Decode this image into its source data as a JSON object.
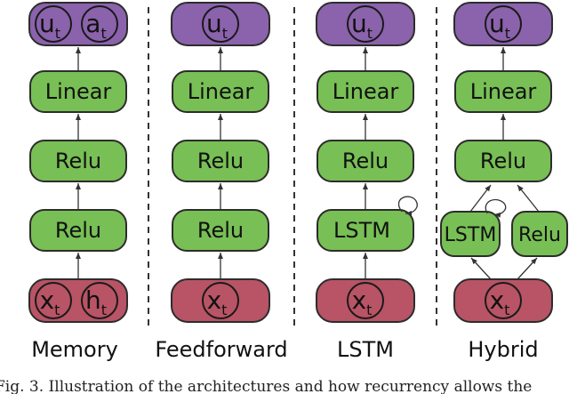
{
  "columns": [
    {
      "label": "Memory",
      "output": [
        {
          "sym": "u",
          "sub": "t"
        },
        {
          "sym": "a",
          "sub": "t"
        }
      ],
      "layers": [
        "Linear",
        "Relu",
        "Relu"
      ],
      "input": [
        {
          "sym": "x",
          "sub": "t"
        },
        {
          "sym": "h",
          "sub": "t"
        }
      ]
    },
    {
      "label": "Feedforward",
      "output": [
        {
          "sym": "u",
          "sub": "t"
        }
      ],
      "layers": [
        "Linear",
        "Relu",
        "Relu"
      ],
      "input": [
        {
          "sym": "x",
          "sub": "t"
        }
      ]
    },
    {
      "label": "LSTM",
      "output": [
        {
          "sym": "u",
          "sub": "t"
        }
      ],
      "layers": [
        "Linear",
        "Relu",
        "LSTM"
      ],
      "input": [
        {
          "sym": "x",
          "sub": "t"
        }
      ]
    },
    {
      "label": "Hybrid",
      "output": [
        {
          "sym": "u",
          "sub": "t"
        }
      ],
      "layers": [
        "Linear",
        "Relu"
      ],
      "branches": [
        "LSTM",
        "Relu"
      ],
      "input": [
        {
          "sym": "x",
          "sub": "t"
        }
      ]
    }
  ],
  "caption": "Fig. 3.   Illustration of the architectures and how recurrency allows the"
}
